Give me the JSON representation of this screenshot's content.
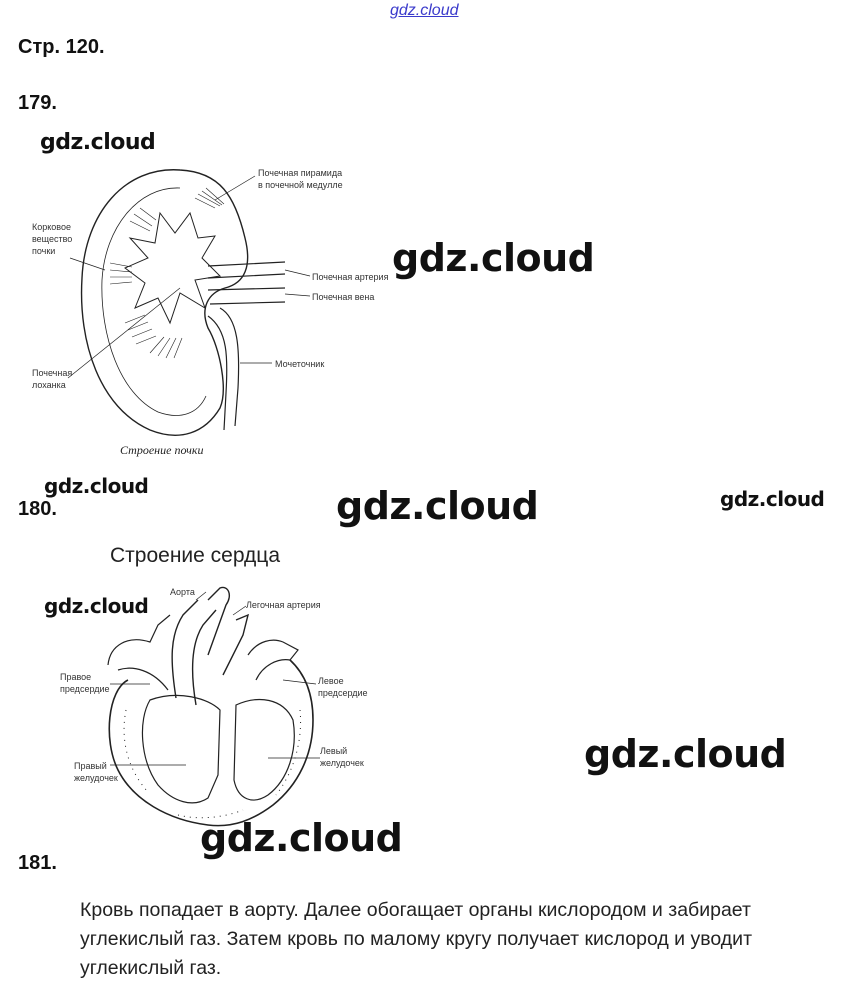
{
  "header": {
    "site_link": "gdz.cloud",
    "page_ref": "Стр. 120."
  },
  "tasks": [
    {
      "number": "179."
    },
    {
      "number": "180."
    },
    {
      "number": "181."
    }
  ],
  "kidney_diagram": {
    "labels": {
      "pyramid_line1": "Почечная пирамида",
      "pyramid_line2": "в почечной медулле",
      "cortex_line1": "Корковое",
      "cortex_line2": "вещество",
      "cortex_line3": "почки",
      "artery": "Почечная артерия",
      "vein": "Почечная вена",
      "pelvis_line1": "Почечная",
      "pelvis_line2": "лоханка",
      "ureter": "Мочеточник"
    },
    "caption": "Строение почки"
  },
  "heart_diagram": {
    "title": "Строение сердца",
    "labels": {
      "aorta": "Аорта",
      "pulmonary_artery": "Легочная артерия",
      "right_atrium_line1": "Правое",
      "right_atrium_line2": "предсердие",
      "left_atrium_line1": "Левое",
      "left_atrium_line2": "предсердие",
      "right_ventricle_line1": "Правый",
      "right_ventricle_line2": "желудочек",
      "left_ventricle_line1": "Левый",
      "left_ventricle_line2": "желудочек"
    }
  },
  "answer_181": "Кровь попадает в аорту. Далее обогащает органы кислородом и забирает углекислый газ. Затем кровь по малому кругу получает кислород и уводит углекислый газ.",
  "watermarks": {
    "text": "gdz.cloud"
  }
}
